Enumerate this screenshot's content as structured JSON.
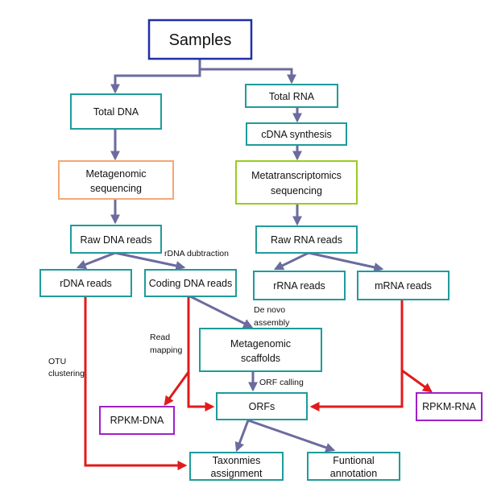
{
  "nodes": {
    "samples": {
      "text": "Samples"
    },
    "total_dna": {
      "text": "Total DNA"
    },
    "total_rna": {
      "text": "Total RNA"
    },
    "cdna_synthesis": {
      "text": "cDNA synthesis"
    },
    "metagenomic_sequencing": {
      "line1": "Metagenomic",
      "line2": "sequencing"
    },
    "metatranscriptomics_sequencing": {
      "line1": "Metatranscriptomics",
      "line2": "sequencing"
    },
    "raw_dna_reads": {
      "text": "Raw DNA reads"
    },
    "raw_rna_reads": {
      "text": "Raw RNA reads"
    },
    "rdna_reads": {
      "text": "rDNA reads"
    },
    "coding_dna_reads": {
      "text": "Coding DNA reads"
    },
    "rrna_reads": {
      "text": "rRNA reads"
    },
    "mrna_reads": {
      "text": "mRNA reads"
    },
    "metagenomic_scaffolds": {
      "line1": "Metagenomic",
      "line2": "scaffolds"
    },
    "orfs": {
      "text": "ORFs"
    },
    "rpkm_dna": {
      "text": "RPKM-DNA"
    },
    "rpkm_rna": {
      "text": "RPKM-RNA"
    },
    "taxonomies_assignment": {
      "line1": "Taxonmies",
      "line2": "assignment"
    },
    "functional_annotation": {
      "line1": "Funtional",
      "line2": "annotation"
    }
  },
  "labels": {
    "rdna_subtraction": "rDNA dubtraction",
    "de_novo_line1": "De novo",
    "de_novo_line2": "assembly",
    "read_mapping_line1": "Read",
    "read_mapping_line2": "mapping",
    "otu_line1": "OTU",
    "otu_line2": "clustering",
    "orf_calling": "ORF calling"
  },
  "colors": {
    "teal_border": "#1f9b9b",
    "navy_border": "#1f2fa8",
    "orange_border": "#f4a774",
    "lime_border": "#99cc22",
    "purple_border": "#a020c8",
    "blue_arrow": "#6b6b9e",
    "red_arrow": "#e01b1b"
  }
}
